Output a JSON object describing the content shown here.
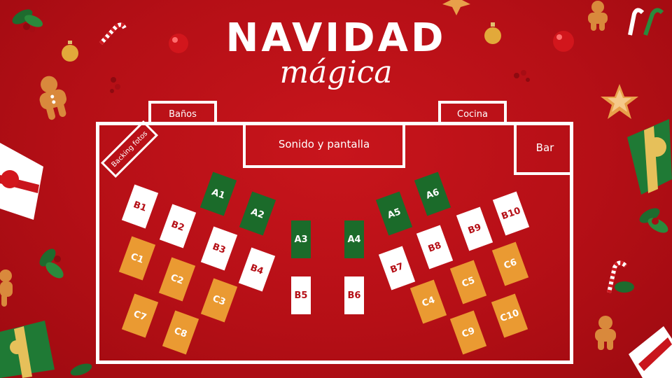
{
  "title": {
    "main": "NAVIDAD",
    "sub": "mágica"
  },
  "rooms": {
    "banos": "Baños",
    "cocina": "Cocina",
    "sonido": "Sonido y pantalla",
    "bar": "Bar",
    "backing": "Backing fotos"
  },
  "tables": {
    "A1": "A1",
    "A2": "A2",
    "A3": "A3",
    "A4": "A4",
    "A5": "A5",
    "A6": "A6",
    "B1": "B1",
    "B2": "B2",
    "B3": "B3",
    "B4": "B4",
    "B5": "B5",
    "B6": "B6",
    "B7": "B7",
    "B8": "B8",
    "B9": "B9",
    "B10": "B10",
    "C1": "C1",
    "C2": "C2",
    "C3": "C3",
    "C4": "C4",
    "C5": "C5",
    "C6": "C6",
    "C7": "C7",
    "C8": "C8",
    "C9": "C9",
    "C10": "C10"
  },
  "colors": {
    "background": "#b50f16",
    "table_white": "#ffffff",
    "table_green": "#1b6b2a",
    "table_orange": "#ea9a32",
    "outline": "#ffffff"
  },
  "decorations": [
    "gingerbread-icon",
    "ornament-icon",
    "gift-icon",
    "candy-cane-icon",
    "holly-icon",
    "star-cookie-icon"
  ]
}
